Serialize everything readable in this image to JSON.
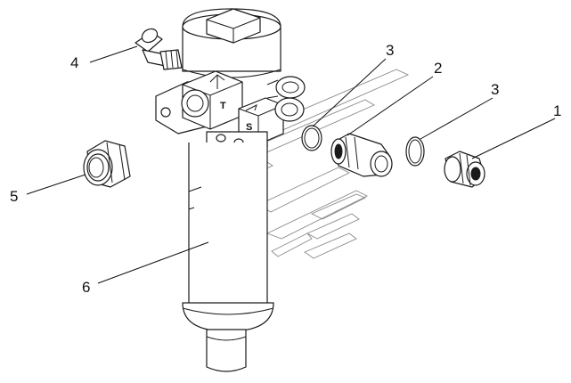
{
  "callouts": {
    "c1": "1",
    "c2": "2",
    "c3a": "3",
    "c3b": "3",
    "c4": "4",
    "c5": "5",
    "c6": "6"
  },
  "port_marks": {
    "t": "T",
    "s": "S"
  },
  "colors": {
    "line": "#1a1a1a",
    "watermark": "#8a8a8a",
    "background": "#ffffff"
  }
}
